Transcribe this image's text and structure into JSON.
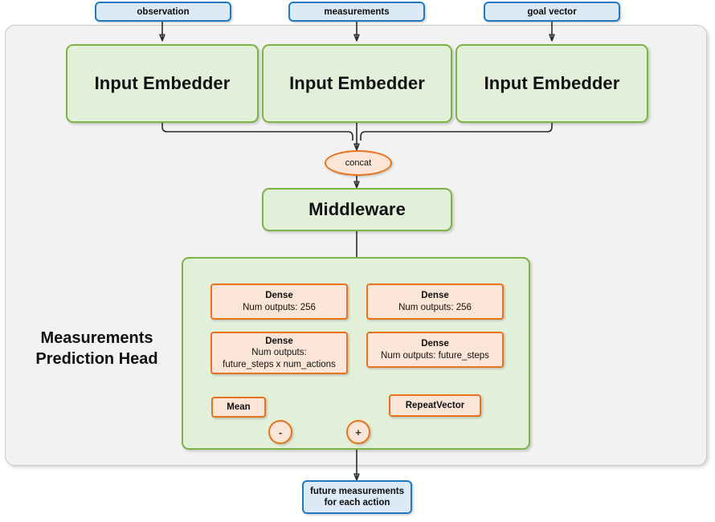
{
  "diagram": {
    "title": "Measurements Prediction Head network architecture",
    "colors": {
      "blue_border": "#1d7ac3",
      "blue_fill": "#dce9f6",
      "green_border": "#7cb342",
      "green_fill": "#e2efd9",
      "orange_border": "#e8731c",
      "orange_fill": "#fbe5d6",
      "frame_fill": "#f2f2f2",
      "frame_border": "#c9c9c9",
      "wire": "#2b2b2b"
    }
  },
  "inputs": [
    {
      "label": "observation"
    },
    {
      "label": "measurements"
    },
    {
      "label": "goal vector"
    }
  ],
  "embedders": [
    {
      "label": "Input Embedder"
    },
    {
      "label": "Input Embedder"
    },
    {
      "label": "Input Embedder"
    }
  ],
  "concat": {
    "label": "concat"
  },
  "middleware": {
    "label": "Middleware"
  },
  "head": {
    "label": "Measurements\nPrediction Head",
    "label_line1": "Measurements",
    "label_line2": "Prediction Head",
    "left_branch": {
      "dense1": {
        "title": "Dense",
        "line1": "Num outputs: 256"
      },
      "dense2": {
        "title": "Dense",
        "line1": "Num outputs:",
        "line2": "future_steps x num_actions"
      },
      "mean": {
        "label": "Mean"
      }
    },
    "right_branch": {
      "dense1": {
        "title": "Dense",
        "line1": "Num outputs: 256"
      },
      "dense2": {
        "title": "Dense",
        "line1": "Num outputs: future_steps"
      },
      "repeat_vector": {
        "label": "RepeatVector"
      }
    },
    "operators": {
      "subtract": {
        "symbol": "-"
      },
      "add": {
        "symbol": "+"
      }
    }
  },
  "output": {
    "line1": "future measurements",
    "line2": "for each action"
  }
}
